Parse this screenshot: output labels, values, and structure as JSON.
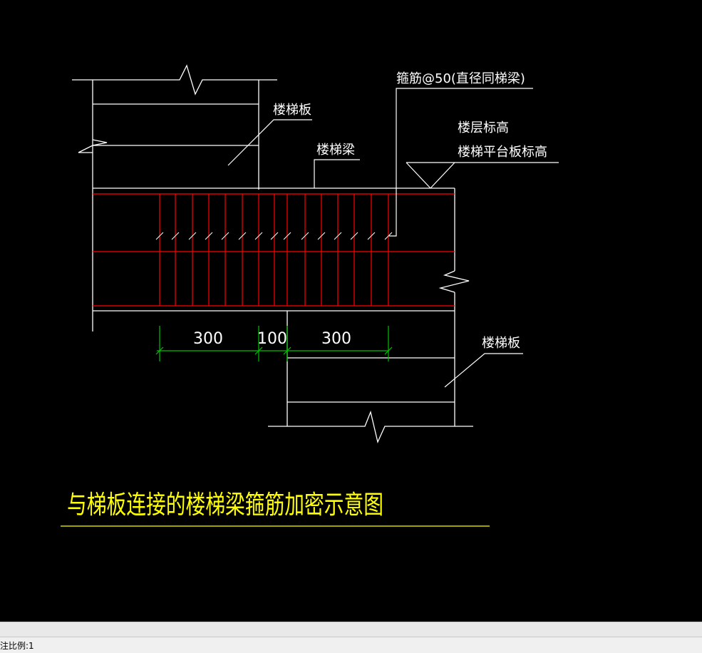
{
  "drawing": {
    "labels": {
      "stirrup_note": "箍筋@50(直径同梯梁)",
      "stair_slab_top": "楼梯板",
      "stair_beam": "楼梯梁",
      "floor_elevation": "楼层标高",
      "platform_elevation": "楼梯平台板标高",
      "stair_slab_bottom": "楼梯板"
    },
    "dimensions": {
      "left": "300",
      "middle": "100",
      "right": "300"
    },
    "title": "与梯板连接的楼梯梁箍筋加密示意图",
    "colors": {
      "background": "#000000",
      "outline": "#ffffff",
      "rebar": "#ff0000",
      "dimension": "#00c000",
      "title": "#ffff00"
    }
  },
  "status_bar": {
    "scale_text": "注比例:1"
  }
}
